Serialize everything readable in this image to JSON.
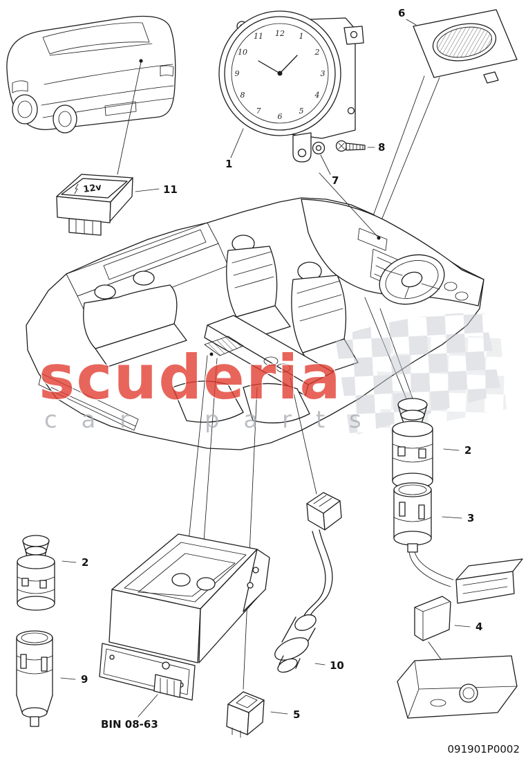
{
  "page": {
    "footer_code": "091901P0002",
    "background": "#ffffff"
  },
  "watermark": {
    "title": "scuderia",
    "subtitle_left": "c a r",
    "subtitle_right": "p a r t s",
    "title_color": "#e23b2e",
    "subtitle_color": "#a6abb2",
    "flag_color": "#c6cbd2"
  },
  "labels": {
    "bin": "BIN 08-63",
    "socket_face": "12v"
  },
  "callouts": {
    "clock": "1",
    "lighter_right": "2",
    "lighter_socket_right": "3",
    "wiring_connector": "4",
    "switch": "5",
    "speaker_grille": "6",
    "washer": "7",
    "screw": "8",
    "lighter_socket_left": "9",
    "plug_socket": "10",
    "power_outlet_cover": "11",
    "lighter_left": "2"
  },
  "clock": {
    "numbers": [
      "12",
      "1",
      "2",
      "3",
      "4",
      "5",
      "6",
      "7",
      "8",
      "9",
      "10",
      "11"
    ]
  }
}
